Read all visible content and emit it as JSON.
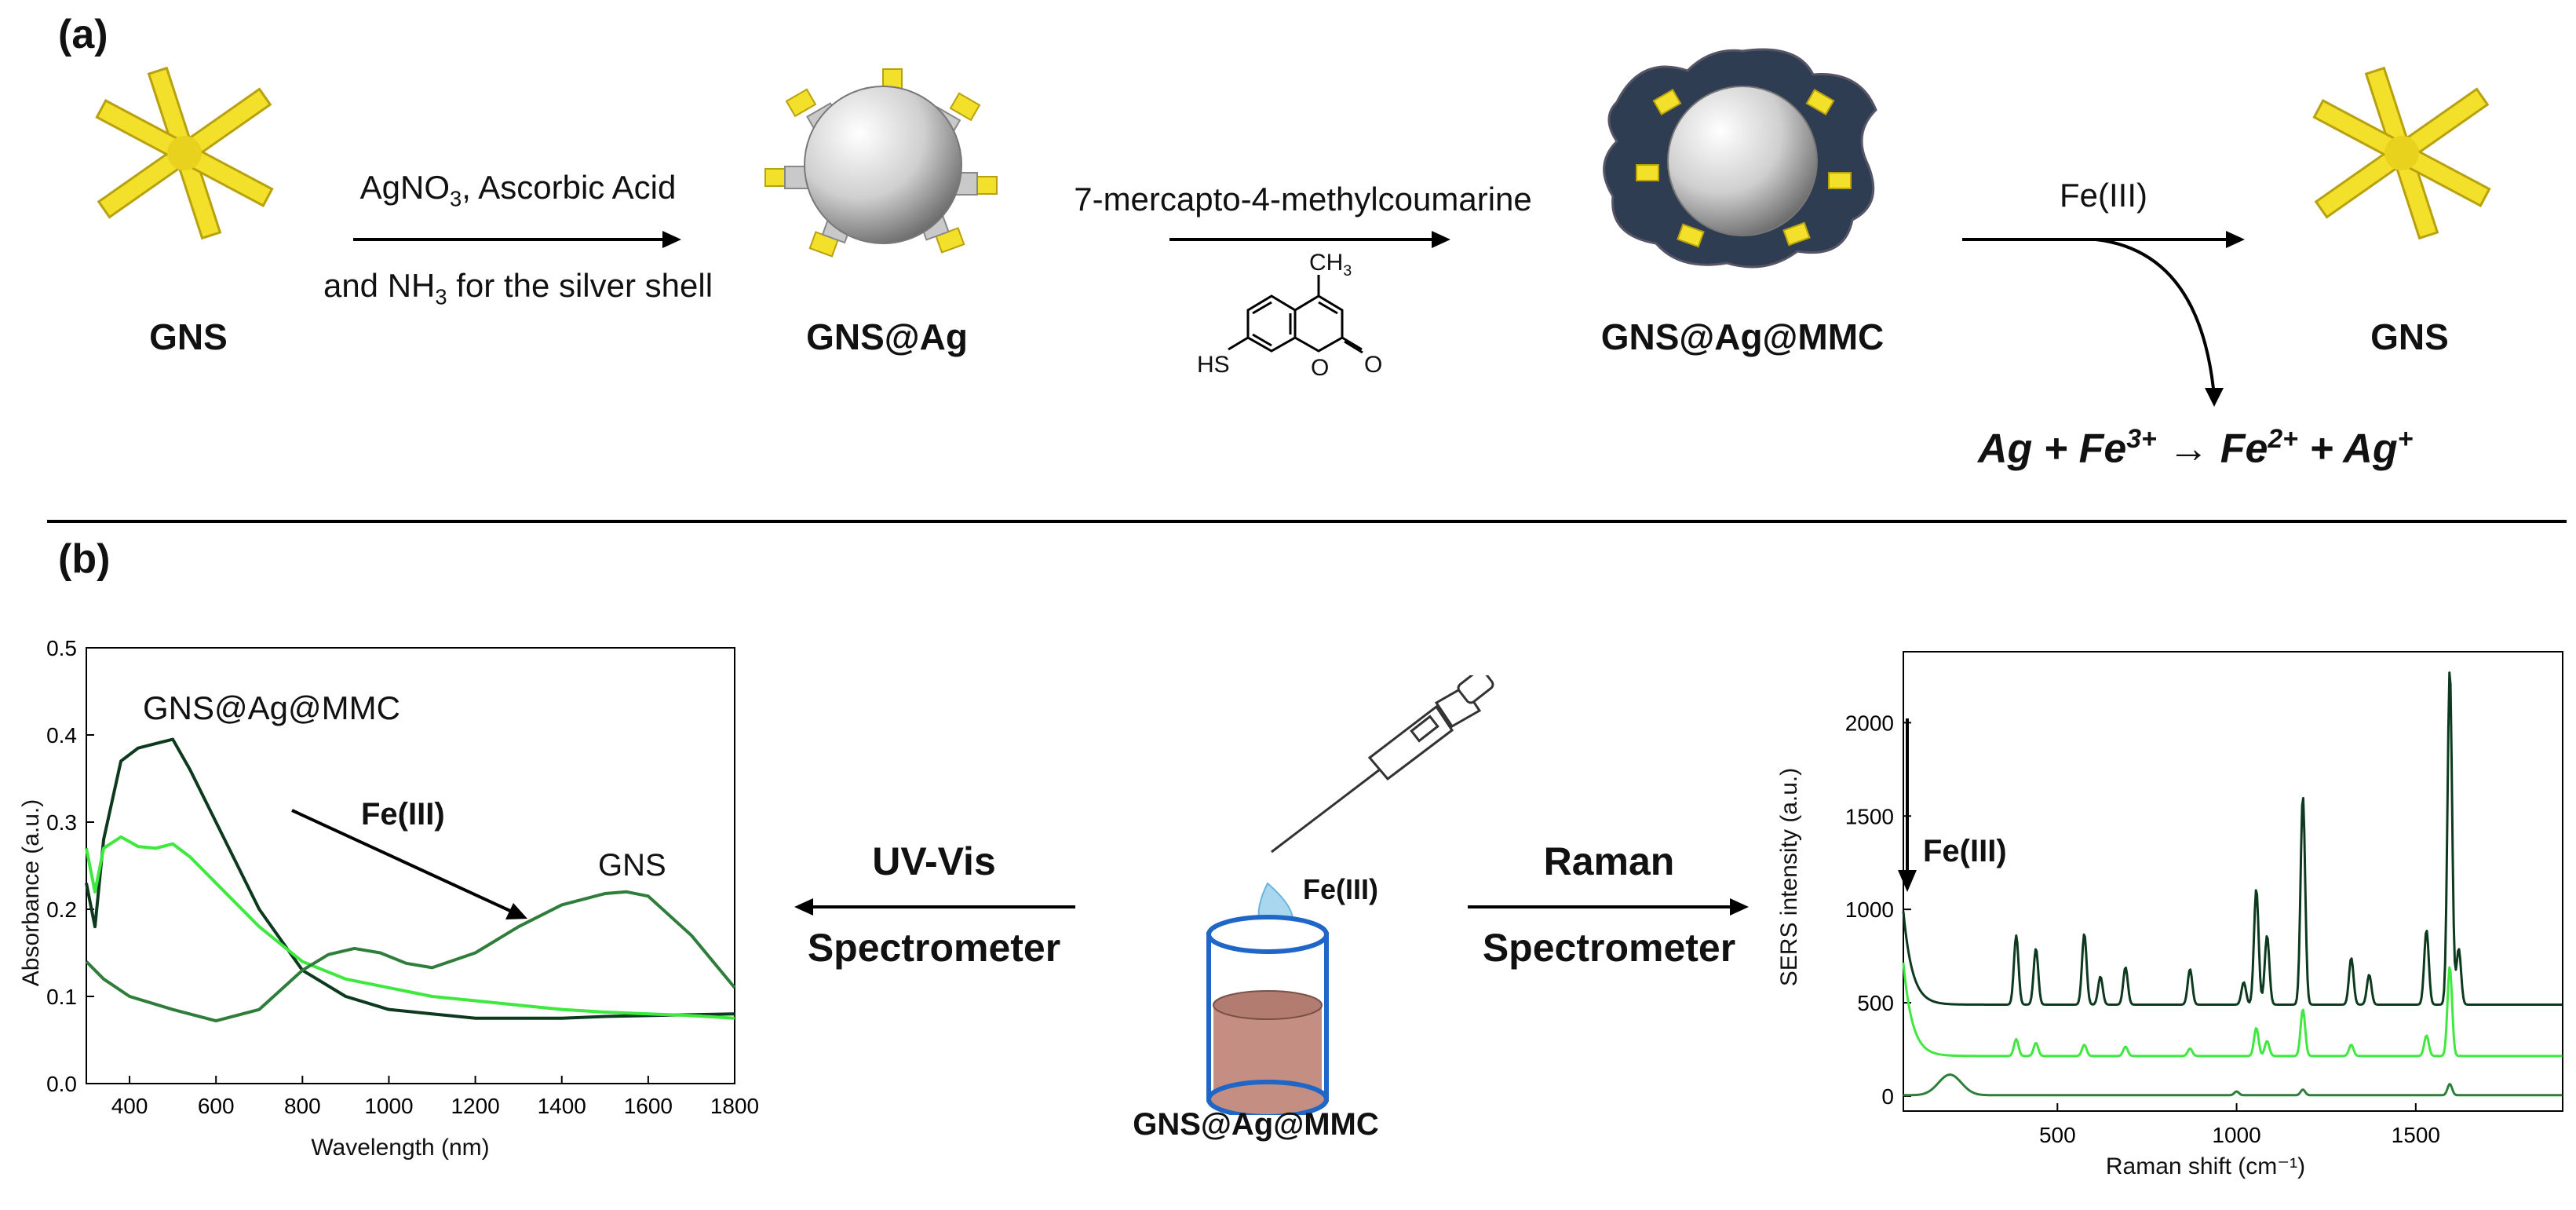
{
  "panel_a": {
    "label": "(a)",
    "names": {
      "gns_left": "GNS",
      "gns_ag": "GNS@Ag",
      "gns_ag_mmc": "GNS@Ag@MMC",
      "gns_right": "GNS"
    },
    "step1": {
      "line1_prefix": "AgNO",
      "line1_sub": "3",
      "line1_suffix": ", Ascorbic Acid",
      "line2_prefix": "and NH",
      "line2_sub": "3",
      "line2_suffix": " for the silver shell"
    },
    "step2": {
      "label": "7-mercapto-4-methylcoumarine",
      "struct_ch3": "CH",
      "struct_ch3_sub": "3",
      "struct_hs": "HS",
      "struct_o1": "O",
      "struct_o2": "O"
    },
    "step3": {
      "label": "Fe(III)"
    },
    "equation": {
      "p1": "Ag + Fe",
      "s1": "3+",
      "p2": " → Fe",
      "s2": "2+",
      "p3": " + Ag",
      "s3": "+"
    }
  },
  "panel_b": {
    "label": "(b)",
    "left_method_line1": "UV-Vis",
    "left_method_line2": "Spectrometer",
    "right_method_line1": "Raman",
    "right_method_line2": "Spectrometer",
    "vial_label": "GNS@Ag@MMC",
    "drop_label": "Fe(III)"
  },
  "colors": {
    "dark_green": "#0d3a1e",
    "mid_green": "#2e7d3a",
    "light_green": "#3ee83e",
    "gold": "#f2e02a",
    "shell_navy": "#2f3d52",
    "liquid": "#c48f82",
    "vial_blue": "#1f66c7"
  },
  "chart_data": [
    {
      "type": "line",
      "xlabel": "Wavelength (nm)",
      "ylabel": "Absorbance (a.u.)",
      "xlim": [
        300,
        1800
      ],
      "ylim": [
        0,
        0.5
      ],
      "xticks": [
        "400",
        "600",
        "800",
        "1000",
        "1200",
        "1400",
        "1600",
        "1800"
      ],
      "yticks": [
        "0.0",
        "0.1",
        "0.2",
        "0.3",
        "0.4",
        "0.5"
      ],
      "annotations": {
        "top_label": "GNS@Ag@MMC",
        "arrow_label": "Fe(III)",
        "end_label": "GNS"
      },
      "grid": false,
      "series": [
        {
          "color": "#0d3a1e",
          "x": [
            300,
            320,
            340,
            380,
            420,
            460,
            500,
            540,
            600,
            700,
            800,
            900,
            1000,
            1100,
            1200,
            1300,
            1400,
            1500,
            1600,
            1700,
            1800
          ],
          "y": [
            0.23,
            0.18,
            0.28,
            0.37,
            0.385,
            0.39,
            0.395,
            0.36,
            0.3,
            0.2,
            0.13,
            0.1,
            0.085,
            0.08,
            0.075,
            0.075,
            0.075,
            0.077,
            0.078,
            0.079,
            0.08
          ]
        },
        {
          "color": "#3ee83e",
          "x": [
            300,
            320,
            340,
            380,
            420,
            460,
            500,
            540,
            600,
            700,
            800,
            900,
            1000,
            1100,
            1200,
            1300,
            1400,
            1500,
            1600,
            1700,
            1800
          ],
          "y": [
            0.27,
            0.22,
            0.27,
            0.283,
            0.272,
            0.27,
            0.275,
            0.26,
            0.23,
            0.18,
            0.14,
            0.12,
            0.11,
            0.1,
            0.095,
            0.09,
            0.085,
            0.082,
            0.08,
            0.078,
            0.075
          ]
        },
        {
          "color": "#2e7d3a",
          "x": [
            300,
            340,
            400,
            500,
            600,
            700,
            800,
            860,
            920,
            980,
            1040,
            1100,
            1200,
            1300,
            1400,
            1500,
            1550,
            1600,
            1700,
            1800
          ],
          "y": [
            0.14,
            0.12,
            0.1,
            0.085,
            0.072,
            0.085,
            0.13,
            0.148,
            0.155,
            0.15,
            0.138,
            0.133,
            0.15,
            0.18,
            0.205,
            0.218,
            0.22,
            0.215,
            0.17,
            0.11
          ]
        }
      ]
    },
    {
      "type": "line",
      "xlabel": "Raman shift (cm⁻¹)",
      "ylabel": "SERS intensity (a.u.)",
      "xlim": [
        70,
        1910
      ],
      "ylim": [
        -80,
        2380
      ],
      "xticks": [
        "500",
        "1000",
        "1500"
      ],
      "yticks": [
        "0",
        "500",
        "1000",
        "1500",
        "2000"
      ],
      "annotations": {
        "arrow_label": "Fe(III)"
      },
      "grid": false,
      "series": [
        {
          "color": "#0d3a1e",
          "baseline": 490,
          "peaks": [
            [
              385,
              370
            ],
            [
              440,
              300
            ],
            [
              575,
              380
            ],
            [
              620,
              150
            ],
            [
              690,
              200
            ],
            [
              870,
              190
            ],
            [
              1020,
              120
            ],
            [
              1055,
              620
            ],
            [
              1085,
              370
            ],
            [
              1185,
              1120
            ],
            [
              1320,
              250
            ],
            [
              1370,
              160
            ],
            [
              1530,
              400
            ],
            [
              1595,
              1800
            ],
            [
              1620,
              300
            ]
          ]
        },
        {
          "color": "#3ee83e",
          "baseline": 215,
          "peaks": [
            [
              385,
              90
            ],
            [
              440,
              70
            ],
            [
              575,
              60
            ],
            [
              690,
              50
            ],
            [
              870,
              40
            ],
            [
              1055,
              150
            ],
            [
              1085,
              80
            ],
            [
              1185,
              250
            ],
            [
              1320,
              60
            ],
            [
              1530,
              110
            ],
            [
              1595,
              480
            ]
          ]
        },
        {
          "color": "#2e7d3a",
          "baseline": 5,
          "peaks": [
            [
              200,
              110
            ],
            [
              1000,
              20
            ],
            [
              1185,
              30
            ],
            [
              1595,
              60
            ]
          ]
        }
      ]
    }
  ]
}
